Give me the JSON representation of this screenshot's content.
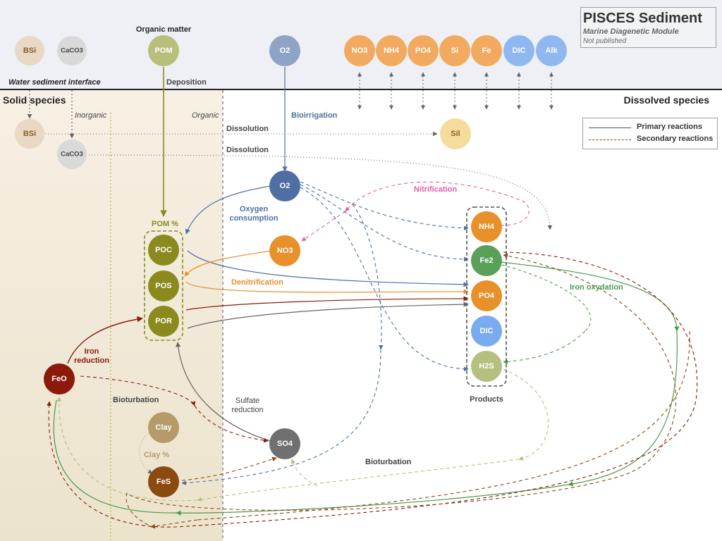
{
  "title": {
    "main": "PISCES Sediment",
    "subtitle": "Marine Diagenetic Module",
    "note": "Not published"
  },
  "legend": {
    "primary": "Primary reactions",
    "secondary": "Secondary reactions"
  },
  "section_labels": {
    "organic_matter": "Organic matter",
    "water_sediment_interface": "Water sediment interface",
    "solid_species": "Solid species",
    "dissolved_species": "Dissolved species",
    "inorganic": "Inorganic",
    "organic": "Organic",
    "pom_pct": "POM %",
    "clay_pct": "Clay %",
    "products": "Products",
    "bioturbation_left": "Bioturbation",
    "bioturbation_right": "Bioturbation"
  },
  "process_labels": {
    "deposition": "Deposition",
    "bioirrigation": "Bioirrigation",
    "dissolution_bsi": "Dissolution",
    "dissolution_caco3": "Dissolution",
    "nitrification": "Nitrification",
    "oxygen_consumption_1": "Oxygen",
    "oxygen_consumption_2": "consumption",
    "denitrification": "Denitrification",
    "iron_oxydation": "Iron oxydation",
    "iron_reduction_1": "Iron",
    "iron_reduction_2": "reduction",
    "sulfate_reduction_1": "Sulfate",
    "sulfate_reduction_2": "reduction"
  },
  "nodes": {
    "bsi_top": "BSi",
    "caco3_top": "CaCO3",
    "pom_top": "POM",
    "o2_top": "O2",
    "no3_top": "NO3",
    "nh4_top": "NH4",
    "po4_top": "PO4",
    "si_top": "Si",
    "fe_top": "Fe",
    "dic_top": "DIC",
    "alk_top": "Alk",
    "bsi": "BSi",
    "caco3": "CaCO3",
    "sil": "Sil",
    "o2": "O2",
    "no3": "NO3",
    "poc": "POC",
    "pos": "POS",
    "por": "POR",
    "nh4": "NH4",
    "fe2": "Fe2",
    "po4": "PO4",
    "dic": "DIC",
    "h2s": "H2S",
    "feo": "FeO",
    "clay": "Clay",
    "fes": "FeS",
    "so4": "SO4"
  },
  "colors": {
    "top_band": "#eef0f5",
    "solid_zone": "#efe6d6",
    "bsi": "#e8d8c4",
    "caco3": "#d9d9d9",
    "pom": "#b8bf7a",
    "o2_top": "#8fa3c6",
    "nutrient": "#f2aa60",
    "dic_alk": "#8fb8f0",
    "sil": "#f6dc9c",
    "o2": "#4f6fa3",
    "no3": "#e8902a",
    "poc_pos_por": "#8a8a1e",
    "nh4": "#e8902a",
    "fe2": "#5aa05a",
    "po4": "#e8902a",
    "dic": "#7aaaf0",
    "h2s": "#b5bf80",
    "feo": "#8b1a0a",
    "clay": "#b59a6a",
    "fes": "#8b4a10",
    "so4": "#707070",
    "nitrification": "#e060a8",
    "denitrification": "#e8902a",
    "iron_oxydation": "#4a9a4a",
    "iron_reduction": "#8b1a0a"
  }
}
